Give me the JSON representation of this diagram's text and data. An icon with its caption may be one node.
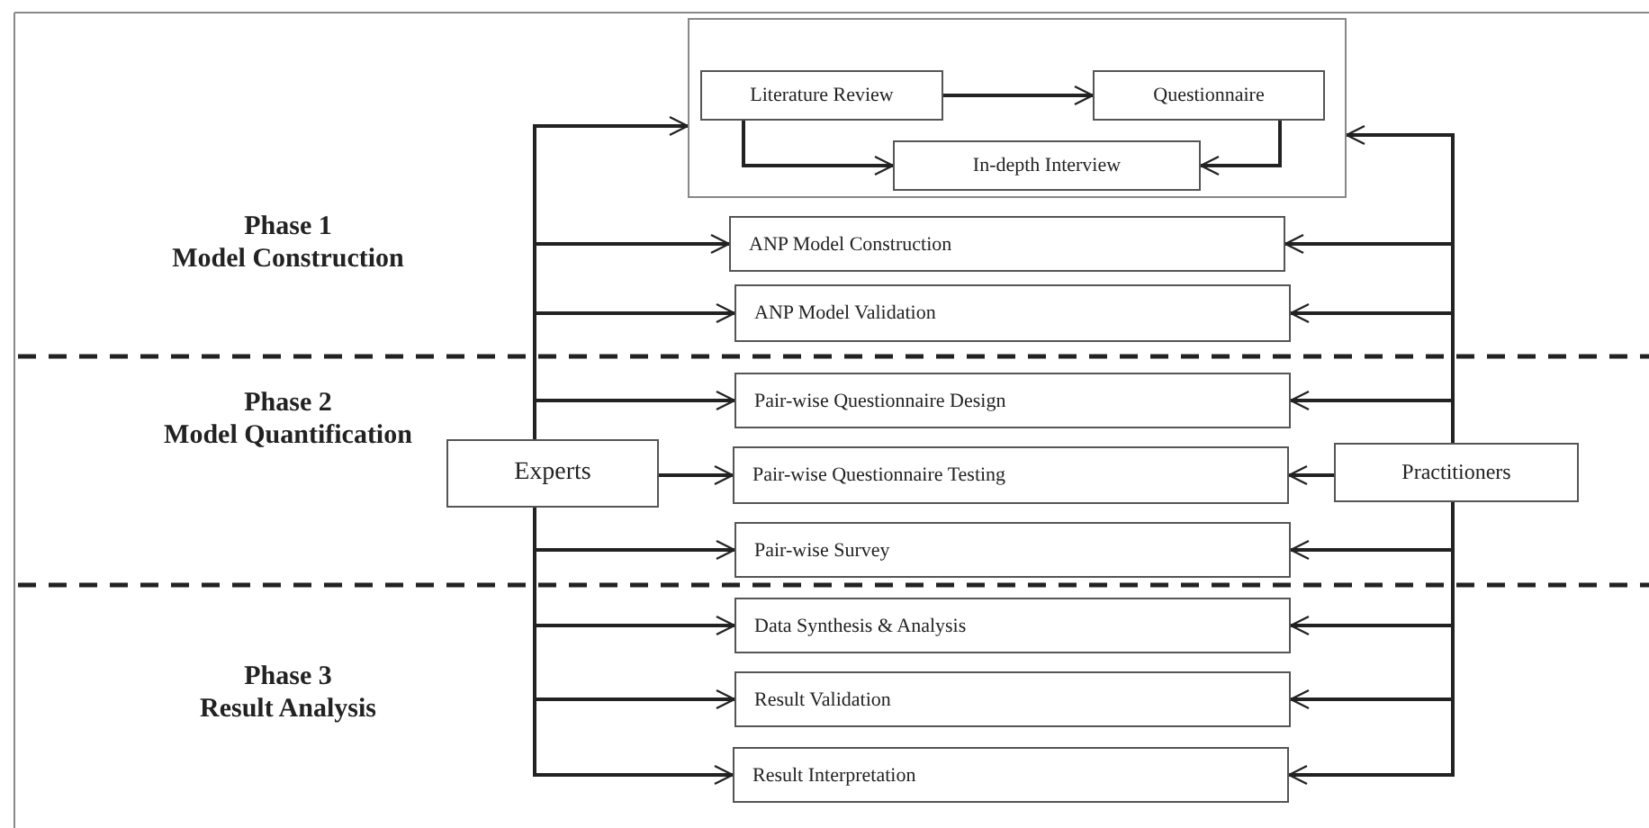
{
  "diagram": {
    "nodes": [
      {
        "text": [],
        "shape": "box"
      },
      {
        "text": [
          "Literature Review"
        ],
        "in": 0
      },
      {
        "text": [
          "Questionnaire"
        ],
        "in": 0
      },
      {
        "text": [
          "In-depth Interview"
        ],
        "in": 0
      },
      {
        "text": [
          "ANP Model Construction"
        ]
      },
      {
        "text": [
          "ANP Model Validation"
        ]
      },
      {
        "text": [
          "Pair-wise Questionnaire Design"
        ]
      },
      {
        "text": [
          "Pair-wise Questionnaire Testing"
        ]
      },
      {
        "text": [
          "Pair-wise Survey"
        ]
      },
      {
        "text": [
          "Data Synthesis & Analysis"
        ]
      },
      {
        "text": [
          "Result Validation"
        ]
      },
      {
        "text": [
          "Result Interpretation"
        ]
      },
      {
        "text": [
          "Experts"
        ]
      },
      {
        "text": [
          "Practitioners"
        ]
      }
    ],
    "edges": [
      {
        "from": 1,
        "to": 2,
        "arrow": "to"
      },
      {
        "from": 1,
        "to": 3,
        "arrow": "to"
      },
      {
        "from": 2,
        "to": 3,
        "arrow": "to"
      },
      {
        "from": 12,
        "to": 0,
        "arrow": "to"
      },
      {
        "from": 12,
        "to": 4,
        "arrow": "to"
      },
      {
        "from": 12,
        "to": 5,
        "arrow": "to"
      },
      {
        "from": 12,
        "to": 6,
        "arrow": "to"
      },
      {
        "from": 12,
        "to": 7,
        "arrow": "to"
      },
      {
        "from": 12,
        "to": 8,
        "arrow": "to"
      },
      {
        "from": 12,
        "to": 9,
        "arrow": "to"
      },
      {
        "from": 12,
        "to": 10,
        "arrow": "to"
      },
      {
        "from": 12,
        "to": 11,
        "arrow": "to"
      },
      {
        "from": 13,
        "to": 0,
        "arrow": "to"
      },
      {
        "from": 13,
        "to": 4,
        "arrow": "to"
      },
      {
        "from": 13,
        "to": 5,
        "arrow": "to"
      },
      {
        "from": 13,
        "to": 6,
        "arrow": "to"
      },
      {
        "from": 13,
        "to": 7,
        "arrow": "to"
      },
      {
        "from": 13,
        "to": 8,
        "arrow": "to"
      },
      {
        "from": 13,
        "to": 9,
        "arrow": "to"
      },
      {
        "from": 13,
        "to": 10,
        "arrow": "to"
      },
      {
        "from": 13,
        "to": 11,
        "arrow": "to"
      }
    ],
    "labels": [
      "Phase 1",
      "Model Construction",
      "Phase 2",
      "Model Quantification",
      "Phase 3",
      "Result Analysis"
    ]
  }
}
